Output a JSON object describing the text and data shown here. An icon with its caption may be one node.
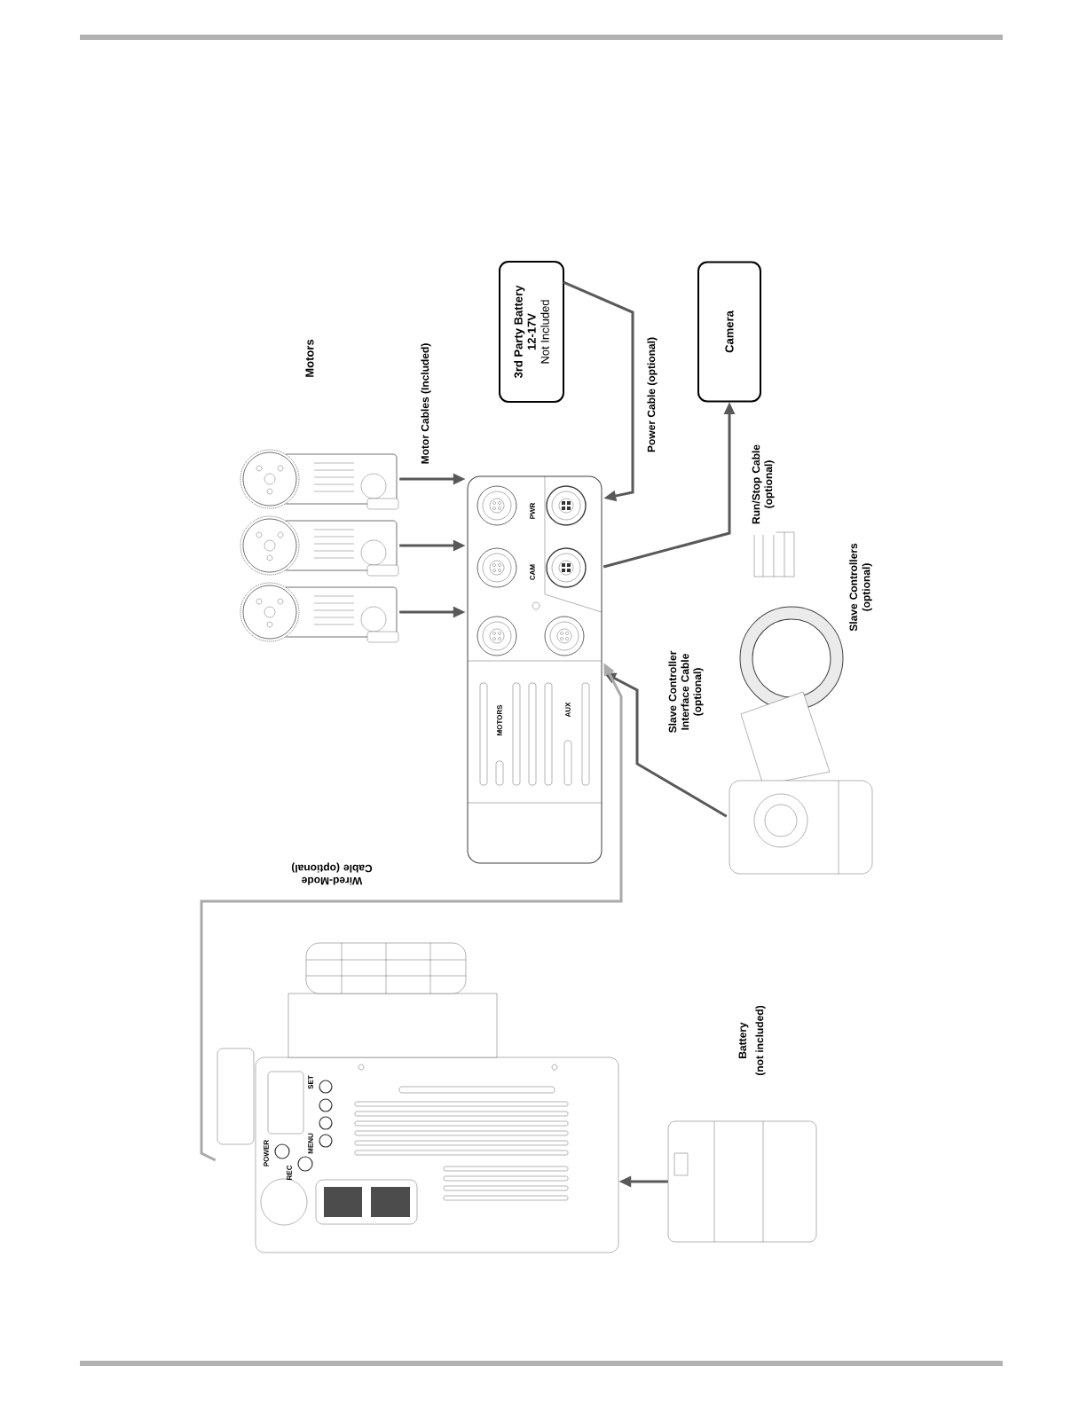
{
  "diagram": {
    "nodes": [
      {
        "text": [
          "3rd Party Battery",
          "12-17V",
          "Not Included"
        ]
      },
      {
        "text": [
          "Camera"
        ]
      },
      {
        "text": [],
        "shape": "picture"
      },
      {
        "text": [],
        "shape": "picture"
      },
      {
        "text": [],
        "shape": "picture"
      },
      {
        "text": [],
        "shape": "picture"
      },
      {
        "text": [],
        "shape": "picture"
      },
      {
        "text": [],
        "shape": "picture"
      },
      {
        "text": [],
        "shape": "picture"
      }
    ],
    "edges": [
      {
        "from": 2,
        "to": 5,
        "arrow": "to"
      },
      {
        "from": 3,
        "to": 5,
        "arrow": "to"
      },
      {
        "from": 4,
        "to": 5,
        "arrow": "to"
      },
      {
        "from": 0,
        "to": 5,
        "arrow": "to",
        "label": "Power Cable (optional)"
      },
      {
        "from": 5,
        "to": 1,
        "arrow": "to",
        "label": "Run/Stop Cable (optional)"
      },
      {
        "from": 6,
        "to": 5,
        "arrow": "to",
        "label": "Slave Controller Interface Cable (optional)"
      },
      {
        "from": 7,
        "to": 5,
        "arrow": "to",
        "label": "Wired-Mode Cable (optional)",
        "color": "#aaaaaa"
      },
      {
        "from": 8,
        "to": 7,
        "arrow": "to"
      }
    ],
    "labels": [
      "Motors",
      "Motor Cables (Included)",
      "PWR",
      "CAM",
      "MOTORS",
      "AUX",
      "Slave Controllers (optional)",
      "POWER",
      "REC",
      "MENU",
      "SET",
      "Battery",
      "(not included)"
    ]
  }
}
